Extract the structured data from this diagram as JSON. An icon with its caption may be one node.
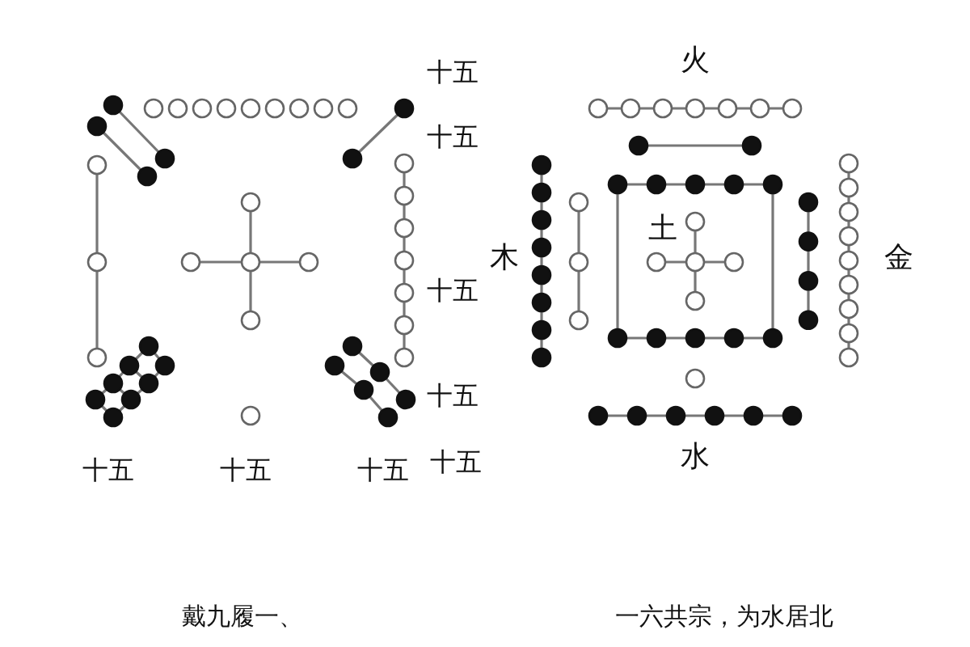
{
  "diagram": {
    "labels": [
      "十五",
      "火",
      "十五",
      "木",
      "土",
      "金",
      "十五",
      "十五",
      "水",
      "十五",
      "十五",
      "十五",
      "十五",
      "戴九履一、",
      "一六共宗，为水居北"
    ]
  }
}
